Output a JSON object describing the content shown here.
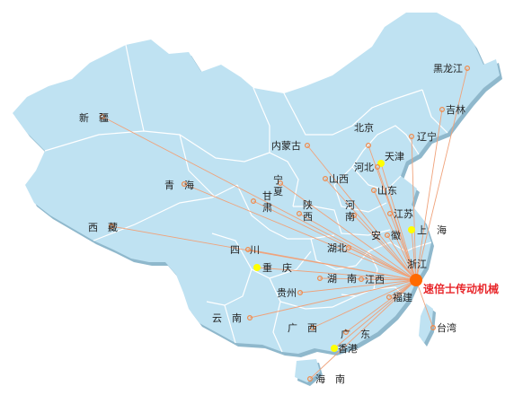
{
  "map": {
    "colors": {
      "land": "#bfe2f2",
      "land_shadow": "#8fb8cc",
      "border": "#ffffff",
      "route": "#f0a27a",
      "dot": "#f08a4b",
      "highlight": "#ffff00",
      "hq": "#ff6a00",
      "hq_text": "#e8262a"
    },
    "headquarters": {
      "name": "速倍士传动机械",
      "province": "浙江"
    },
    "regions": [
      {
        "id": "xinjiang",
        "label": "新　疆",
        "style": "dot"
      },
      {
        "id": "xizang",
        "label": "西　藏",
        "style": "dot"
      },
      {
        "id": "qinghai",
        "label": "青　海",
        "style": "dot"
      },
      {
        "id": "gansu",
        "label": "甘\n肃",
        "style": "dot"
      },
      {
        "id": "ningxia",
        "label": "宁\n夏",
        "style": "dot"
      },
      {
        "id": "neimenggu",
        "label": "内蒙古",
        "style": "dot"
      },
      {
        "id": "heilongjiang",
        "label": "黑龙江",
        "style": "dot"
      },
      {
        "id": "jilin",
        "label": "吉林",
        "style": "dot"
      },
      {
        "id": "liaoning",
        "label": "辽宁",
        "style": "dot"
      },
      {
        "id": "beijing",
        "label": "北京",
        "style": "dot"
      },
      {
        "id": "tianjin",
        "label": "天津",
        "style": "highlight"
      },
      {
        "id": "hebei",
        "label": "河北",
        "style": "dot"
      },
      {
        "id": "shanxi",
        "label": "山西",
        "style": "dot"
      },
      {
        "id": "shandong",
        "label": "山东",
        "style": "dot"
      },
      {
        "id": "shaanxi",
        "label": "陕\n西",
        "style": "dot"
      },
      {
        "id": "henan",
        "label": "河\n南",
        "style": "dot"
      },
      {
        "id": "jiangsu",
        "label": "江苏",
        "style": "dot"
      },
      {
        "id": "anhui",
        "label": "安　徽",
        "style": "dot"
      },
      {
        "id": "shanghai",
        "label": "上　海",
        "style": "highlight"
      },
      {
        "id": "sichuan",
        "label": "四　川",
        "style": "dot"
      },
      {
        "id": "chongqing",
        "label": "重　庆",
        "style": "highlight"
      },
      {
        "id": "hubei",
        "label": "湖北",
        "style": "dot"
      },
      {
        "id": "zhejiang",
        "label": "浙江",
        "style": "hq"
      },
      {
        "id": "hunan",
        "label": "湖　南",
        "style": "dot"
      },
      {
        "id": "jiangxi",
        "label": "江西",
        "style": "dot"
      },
      {
        "id": "guizhou",
        "label": "贵州",
        "style": "dot"
      },
      {
        "id": "fujian",
        "label": "福建",
        "style": "dot"
      },
      {
        "id": "yunnan",
        "label": "云　南",
        "style": "dot"
      },
      {
        "id": "guangxi",
        "label": "广　西",
        "style": "dot"
      },
      {
        "id": "guangdong",
        "label": "广　东",
        "style": "dot"
      },
      {
        "id": "xianggang",
        "label": "香港",
        "style": "highlight"
      },
      {
        "id": "taiwan",
        "label": "台湾",
        "style": "dot"
      },
      {
        "id": "hainan",
        "label": "海　南",
        "style": "dot"
      }
    ]
  }
}
